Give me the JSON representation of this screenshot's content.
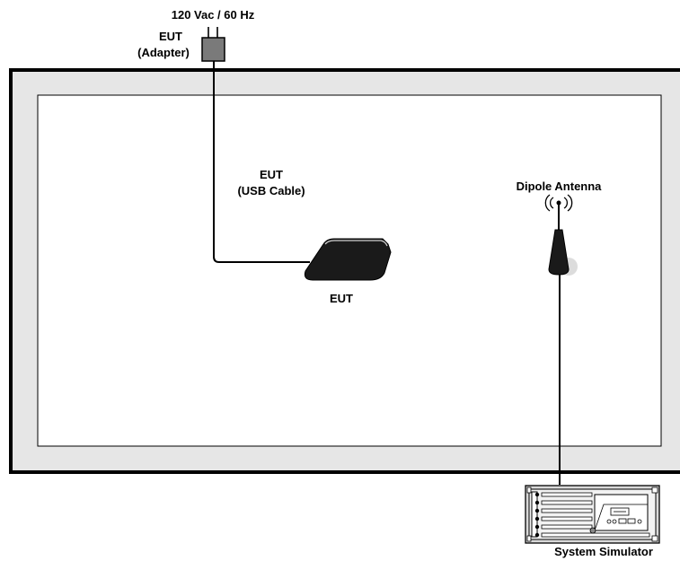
{
  "labels": {
    "power": "120 Vac / 60 Hz",
    "adapter_line1": "EUT",
    "adapter_line2": "(Adapter)",
    "cable_line1": "EUT",
    "cable_line2": "(USB Cable)",
    "eut": "EUT",
    "antenna": "Dipole Antenna",
    "simulator": "System Simulator"
  },
  "icons": {
    "adapter": "power-adapter-icon",
    "eut": "modem-device-icon",
    "antenna": "dipole-antenna-icon",
    "simulator": "system-simulator-rack-icon"
  },
  "colors": {
    "chamber_fill": "#e6e6e6",
    "chamber_border": "#000000",
    "inner_fill": "#ffffff",
    "adapter": "#7a7a7a",
    "device": "#1a1a1a"
  }
}
